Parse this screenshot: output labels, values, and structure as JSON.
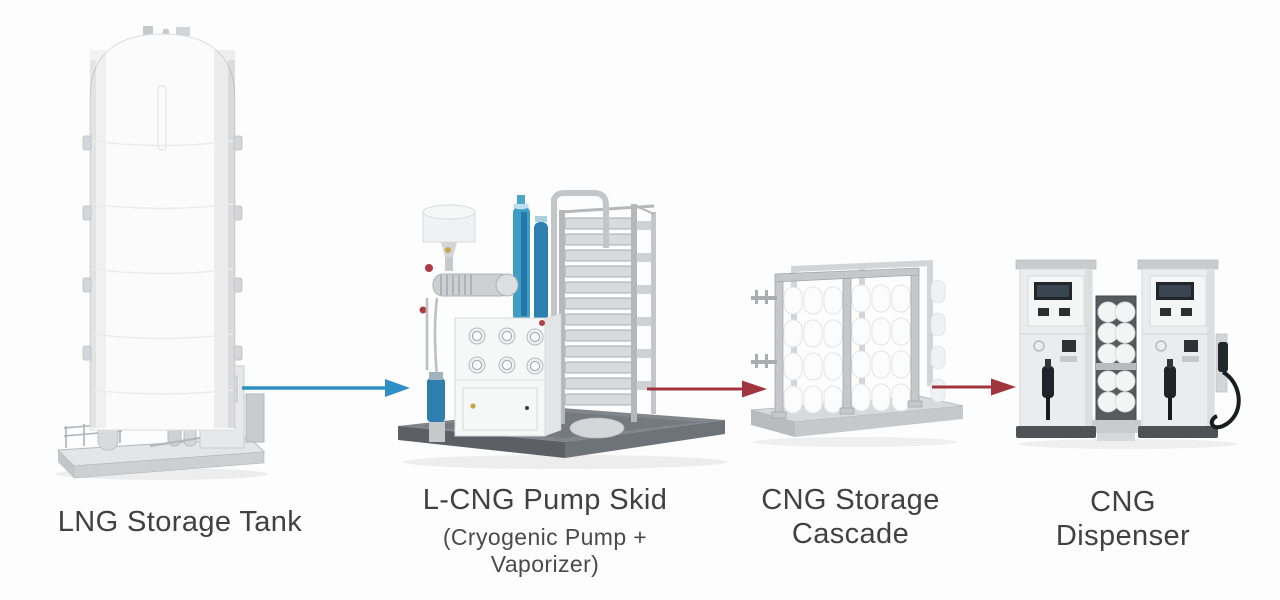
{
  "colors": {
    "background": "#fdfdfd",
    "label_text": "#414141",
    "arrow_blue": "#2d8fc5",
    "arrow_red": "#a1353d"
  },
  "stages": [
    {
      "id": "lng-storage-tank",
      "label": "LNG Storage Tank",
      "sublabel": ""
    },
    {
      "id": "lcng-pump-skid",
      "label": "L-CNG Pump Skid",
      "sublabel": "(Cryogenic Pump + Vaporizer)"
    },
    {
      "id": "cng-storage-cascade",
      "label": "CNG Storage Cascade",
      "sublabel": ""
    },
    {
      "id": "cng-dispenser",
      "label": "CNG Dispenser",
      "sublabel": ""
    }
  ],
  "flows": [
    {
      "name": "lng-to-pump-skid",
      "color": "#2d8fc5"
    },
    {
      "name": "pump-skid-to-cascade",
      "color": "#a1353d"
    },
    {
      "name": "cascade-to-dispenser",
      "color": "#a1353d"
    }
  ]
}
